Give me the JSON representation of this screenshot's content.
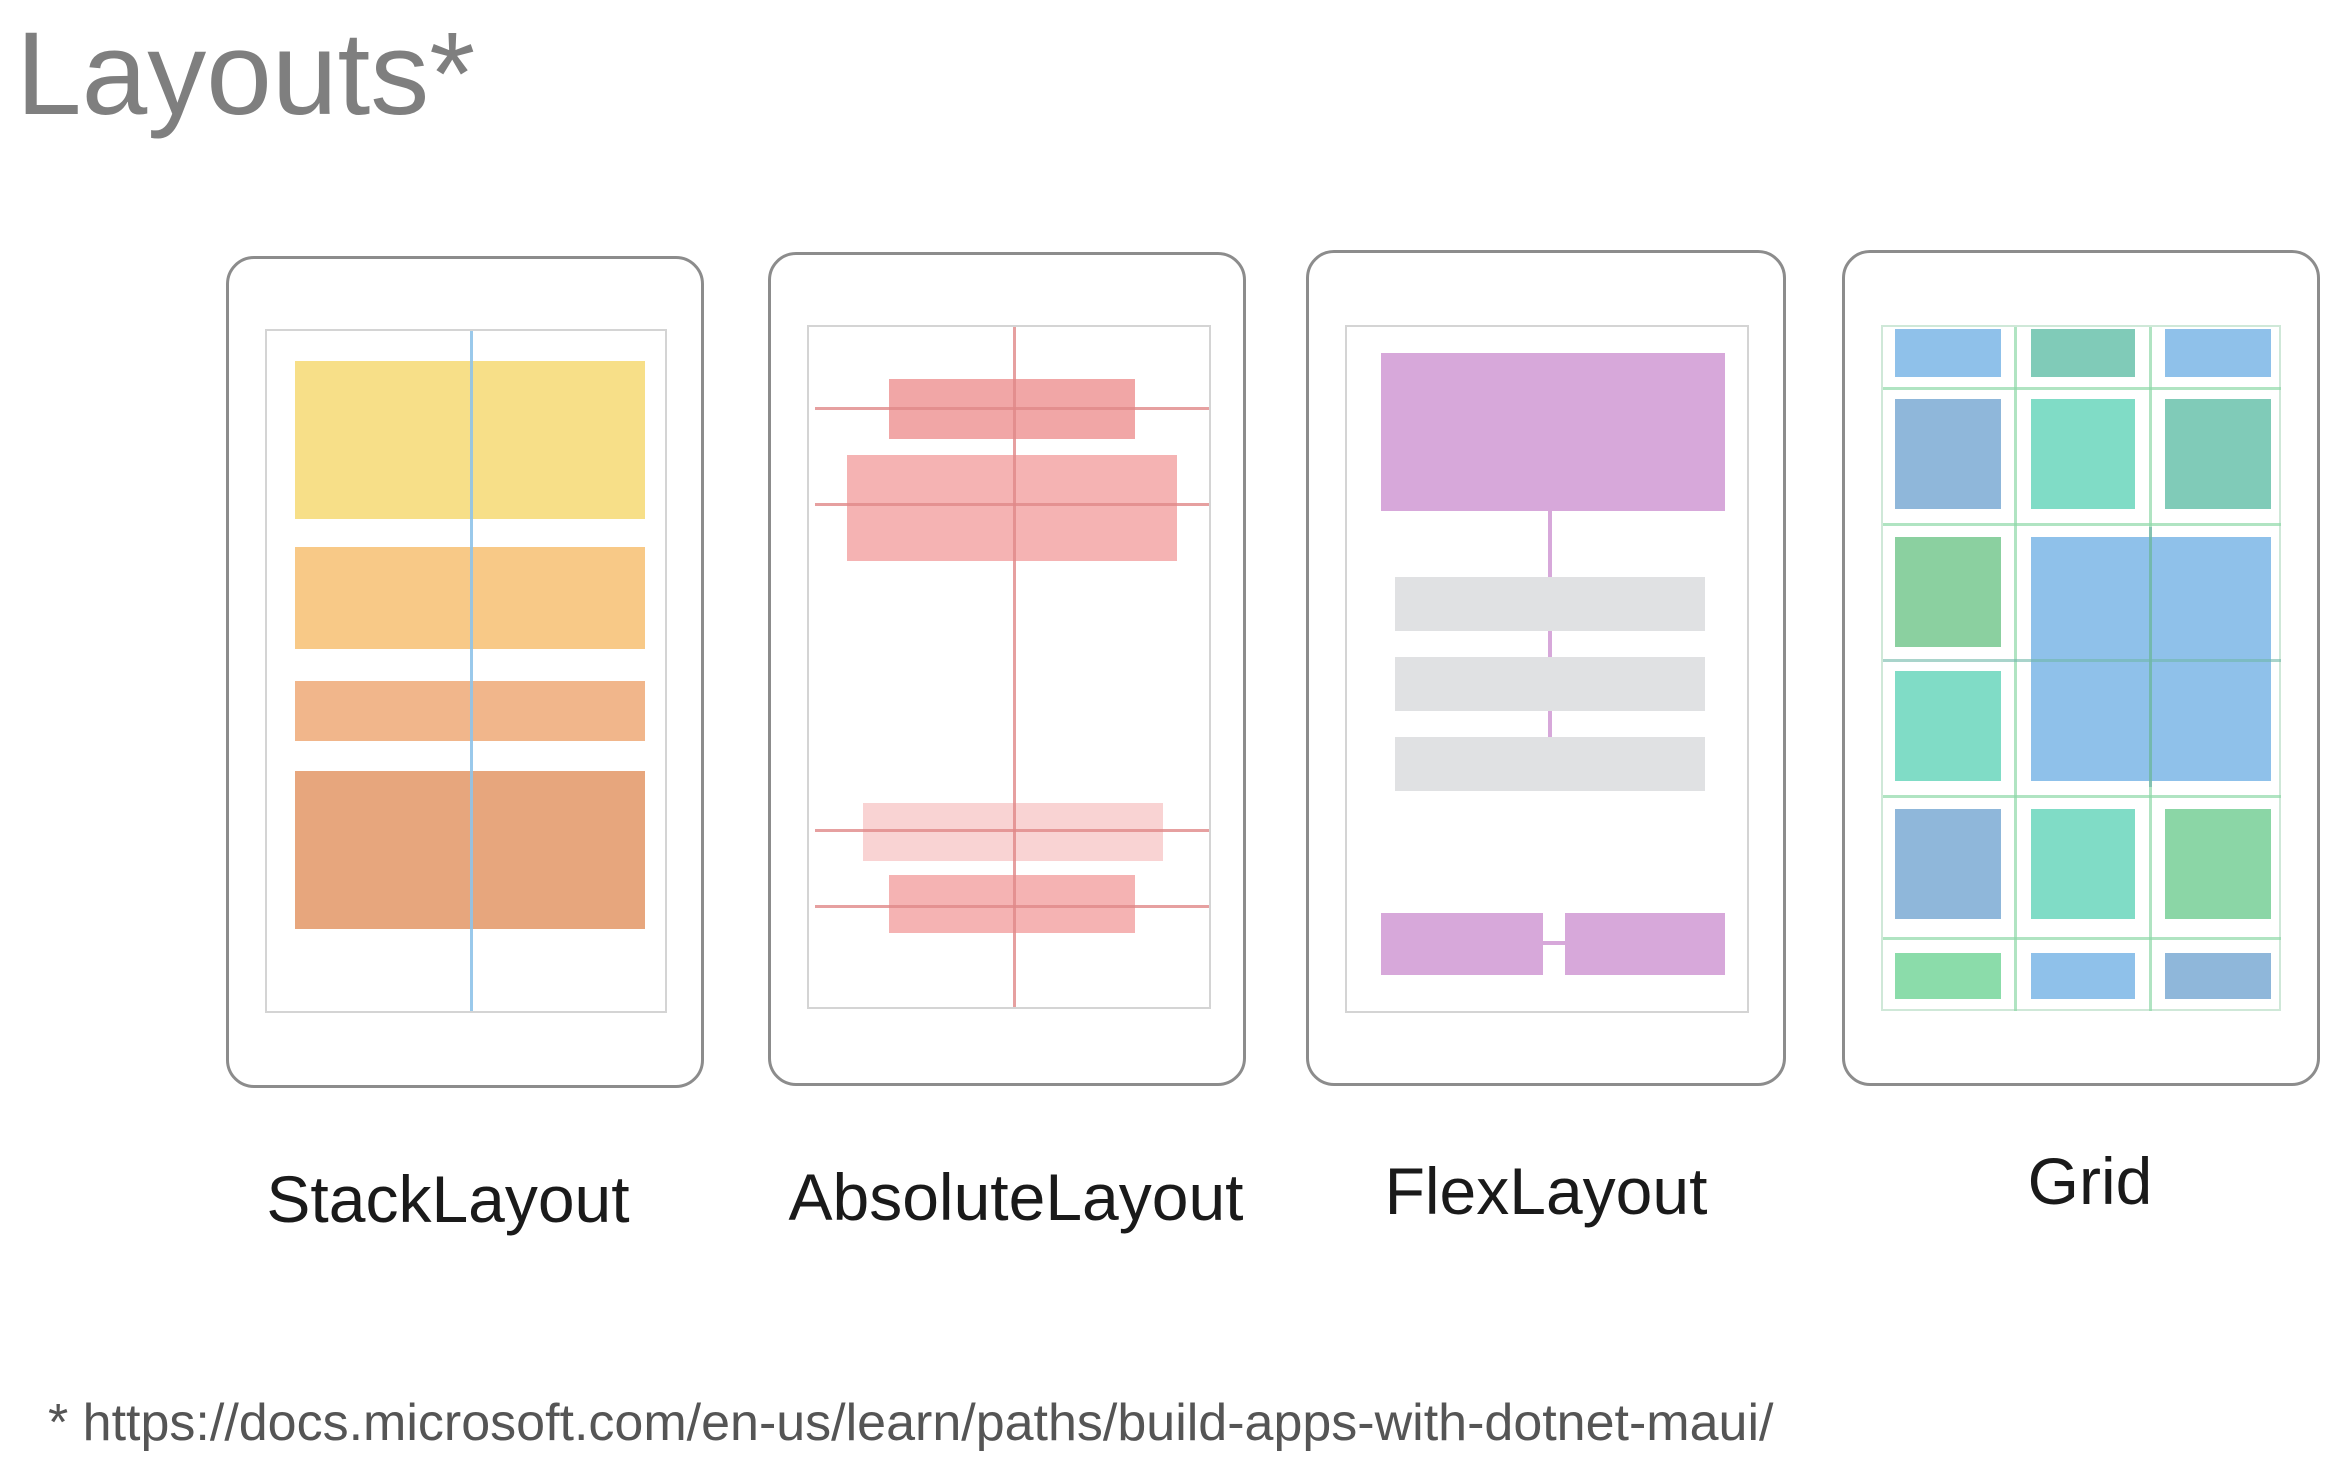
{
  "title": "Layouts*",
  "layouts": [
    {
      "name": "StackLayout"
    },
    {
      "name": "AbsoluteLayout"
    },
    {
      "name": "FlexLayout"
    },
    {
      "name": "Grid"
    }
  ],
  "footnote": "* https://docs.microsoft.com/en-us/learn/paths/build-apps-with-dotnet-maui/",
  "colors": {
    "stack": [
      "#f7df88",
      "#f8c987",
      "#f1b68b",
      "#e7a67d"
    ],
    "stack_line": "#8fc3e9",
    "absolute_fill": "#f5b3b3",
    "absolute_dark": "#ef9c9c",
    "absolute_line": "#e08888",
    "flex_purple": "#d7a8da",
    "flex_gray": "#e0e1e3",
    "grid_blue": "#8fc1ea",
    "grid_teal": "#80dcc6",
    "grid_green": "#8bd6a6",
    "grid_slate": "#8fb7da"
  }
}
